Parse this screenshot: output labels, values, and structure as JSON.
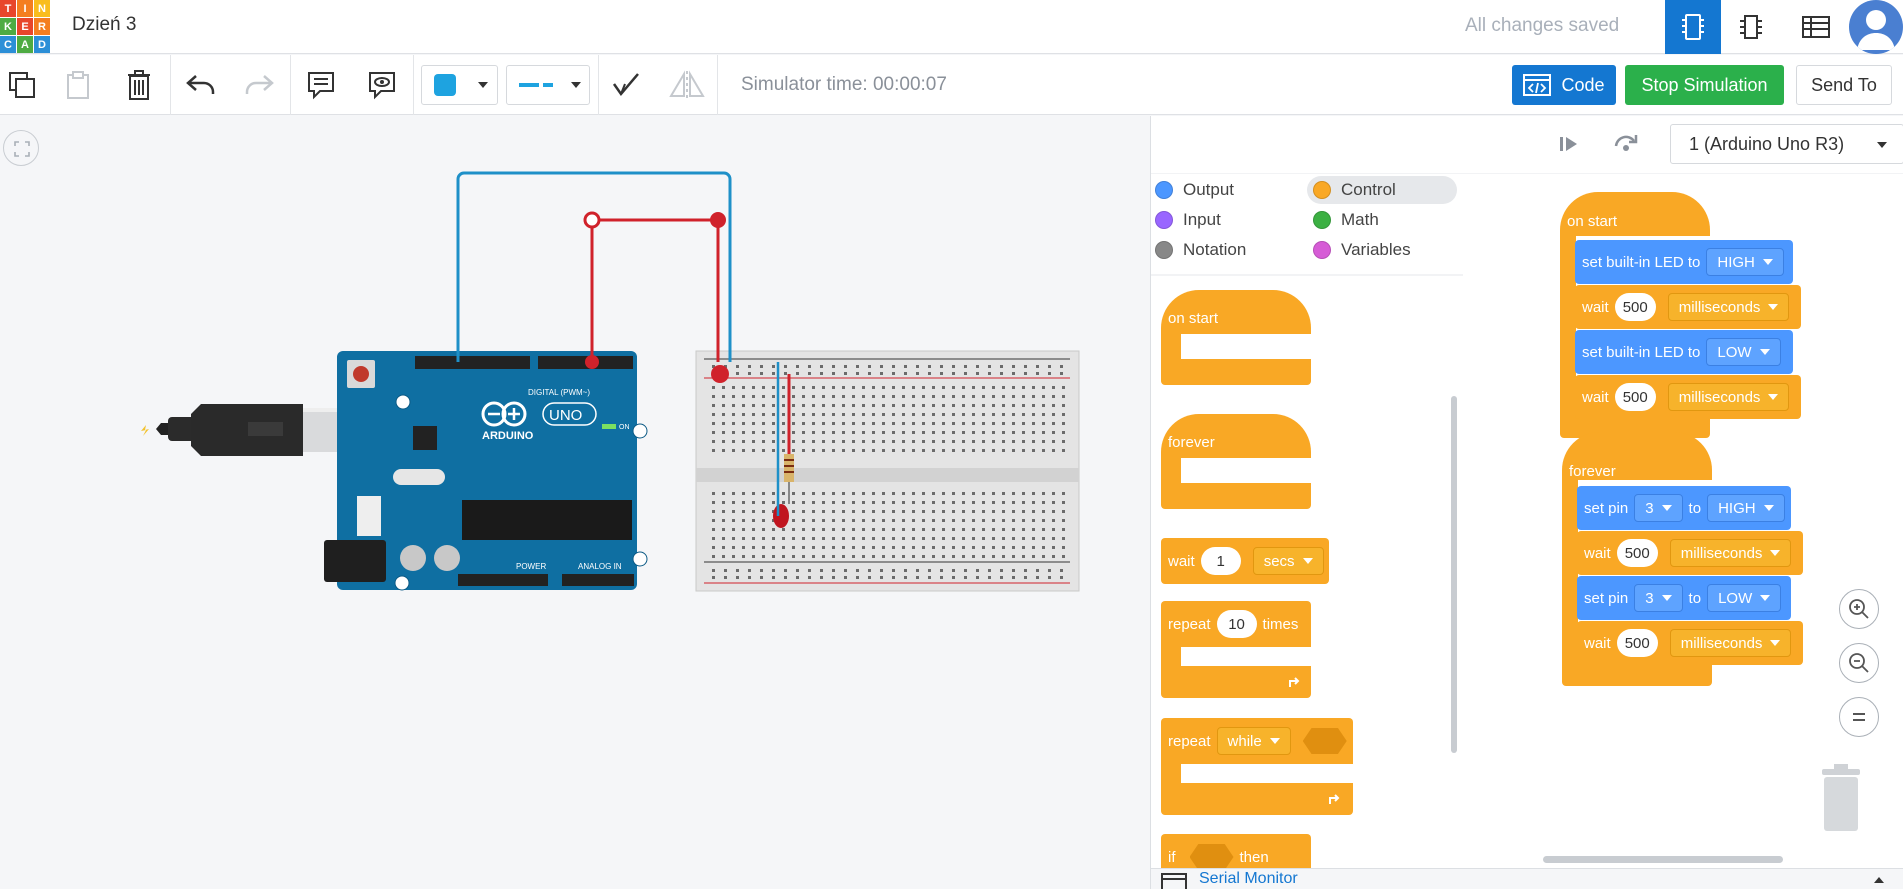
{
  "app": {
    "logo_letters": [
      "T",
      "I",
      "N",
      "K",
      "E",
      "R",
      "C",
      "A",
      "D"
    ],
    "logo_colors": [
      "#e8462b",
      "#f47e20",
      "#f9bd1d",
      "#4eab43",
      "#e8462b",
      "#f47e20",
      "#2c8fd7",
      "#4eab43",
      "#2c8fd7"
    ],
    "project_title": "Dzień 3",
    "save_status": "All changes saved"
  },
  "toolbar": {
    "sim_time": "Simulator time: 00:00:07",
    "code_label": "Code",
    "stop_label": "Stop Simulation",
    "send_label": "Send To",
    "fill_color": "#1ea3e0",
    "wire_color": "#1ea3e0"
  },
  "circuit": {
    "board_brand": "ARDUINO",
    "board_model": "UNO",
    "digital_label": "DIGITAL (PWM~)",
    "power_label": "POWER",
    "analog_label": "ANALOG IN",
    "on_label": "ON",
    "wire_top_color": "#1e90c8",
    "wire_red_color": "#d0222b"
  },
  "code_panel": {
    "device": "1 (Arduino Uno R3)",
    "categories": [
      {
        "label": "Output",
        "color": "#4c97ff"
      },
      {
        "label": "Control",
        "color": "#f9a825"
      },
      {
        "label": "Input",
        "color": "#9966ff"
      },
      {
        "label": "Math",
        "color": "#3cb043"
      },
      {
        "label": "Notation",
        "color": "#888888"
      },
      {
        "label": "Variables",
        "color": "#d65cd6"
      }
    ],
    "palette": {
      "on_start": "on start",
      "forever": "forever",
      "wait": "wait",
      "wait_value": "1",
      "wait_unit": "secs",
      "repeat": "repeat",
      "repeat_value": "10",
      "repeat_times": "times",
      "repeat_while": "repeat",
      "while": "while",
      "if": "if",
      "then": "then"
    },
    "workspace": {
      "on_start": "on start",
      "set_led": "set built-in LED to",
      "high": "HIGH",
      "low": "LOW",
      "wait": "wait",
      "ms": "milliseconds",
      "val500": "500",
      "forever": "forever",
      "set_pin": "set pin",
      "pin": "3",
      "to": "to"
    },
    "serial_monitor": "Serial Monitor"
  }
}
